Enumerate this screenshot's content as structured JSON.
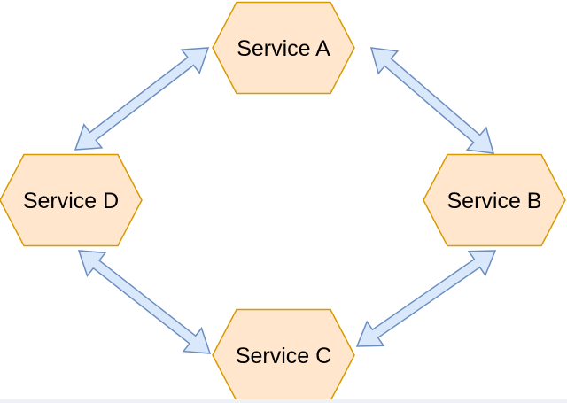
{
  "diagram": {
    "type": "cycle",
    "nodes": [
      {
        "id": "A",
        "label": "Service A",
        "shape": "hexagon"
      },
      {
        "id": "B",
        "label": "Service B",
        "shape": "hexagon"
      },
      {
        "id": "C",
        "label": "Service C",
        "shape": "hexagon"
      },
      {
        "id": "D",
        "label": "Service D",
        "shape": "hexagon"
      }
    ],
    "edges": [
      {
        "from": "Service D",
        "to": "Service A",
        "direction": "bidirectional"
      },
      {
        "from": "Service A",
        "to": "Service B",
        "direction": "bidirectional"
      },
      {
        "from": "Service B",
        "to": "Service C",
        "direction": "bidirectional"
      },
      {
        "from": "Service C",
        "to": "Service D",
        "direction": "bidirectional"
      }
    ],
    "colors": {
      "node_fill": "#ffe6cc",
      "node_stroke": "#d79b00",
      "arrow_fill": "#dae8fc",
      "arrow_stroke": "#6c8ebf",
      "label_color": "#000000",
      "background": "#ffffff",
      "bottom_strip": "#eef2f8"
    }
  }
}
